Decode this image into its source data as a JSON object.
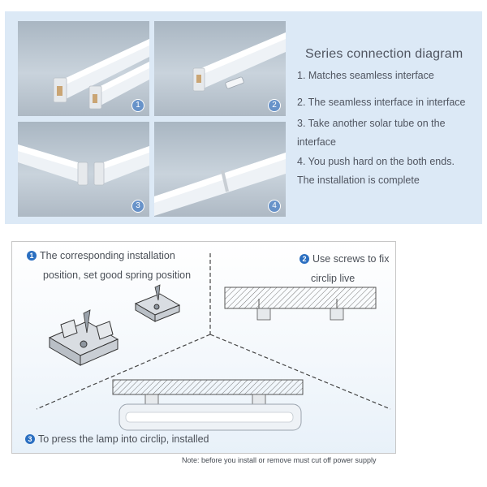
{
  "series": {
    "title": "Series connection diagram",
    "steps": [
      "1. Matches seamless interface",
      "2. The seamless interface in interface",
      "3. Take another solar tube on the",
      "interface",
      "4. You push hard on the both ends.",
      "The installation is complete"
    ]
  },
  "photos": [
    {
      "number": "1"
    },
    {
      "number": "2"
    },
    {
      "number": "3"
    },
    {
      "number": "4"
    }
  ],
  "diagram": {
    "step1": {
      "badge": "1",
      "line1": "The corresponding installation",
      "line2": "position, set good spring position"
    },
    "step2": {
      "badge": "2",
      "line1": "Use screws to fix",
      "line2": "circlip live"
    },
    "step3": {
      "badge": "3",
      "text": "To press the lamp into circlip, installed"
    }
  },
  "note": "Note: before you install or remove must cut off power supply",
  "colors": {
    "panel": "#dce9f6",
    "badge": "#2b6fc1",
    "text": "#505560"
  }
}
